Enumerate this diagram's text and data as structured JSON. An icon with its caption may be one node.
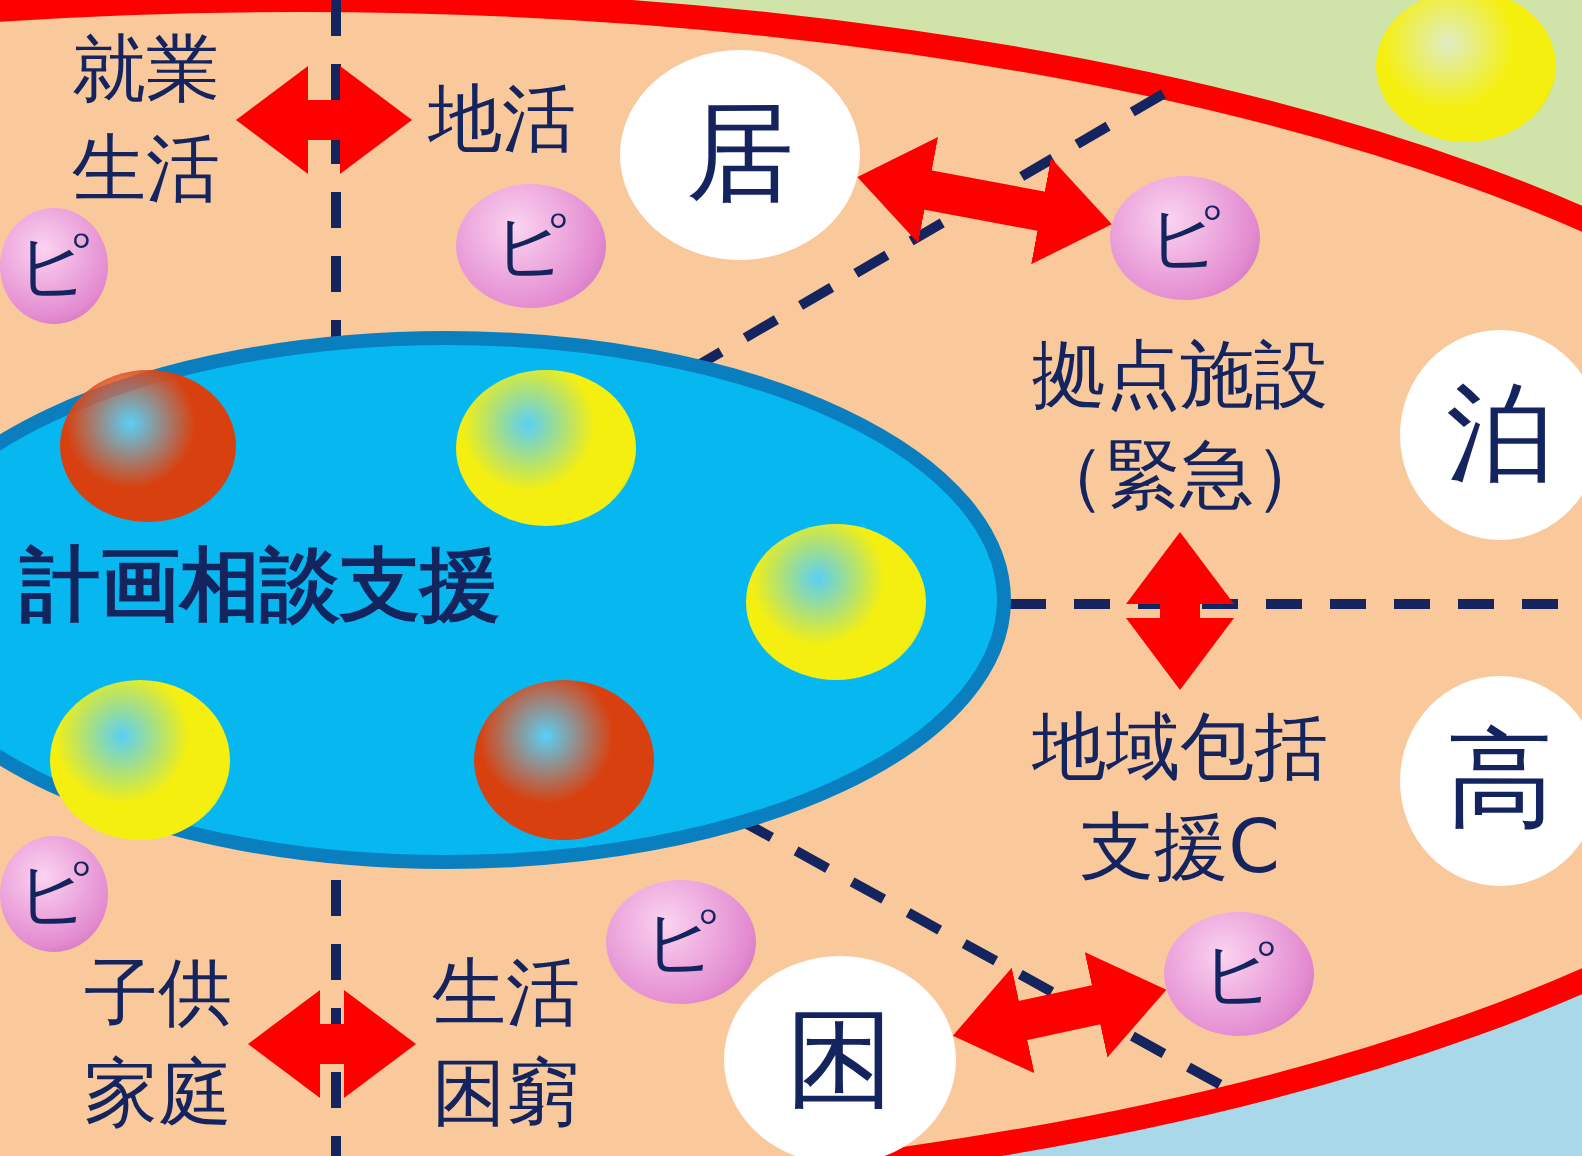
{
  "diagram": {
    "nodes": [
      {
        "text": [
          "就業生活"
        ]
      },
      {
        "text": [
          "地活"
        ]
      },
      {
        "text": [],
        "shape": "circle"
      },
      {
        "text": [
          "居"
        ]
      },
      {
        "text": [
          "ピ"
        ]
      },
      {
        "text": [
          "ピ"
        ]
      },
      {
        "text": [
          "ピ"
        ]
      },
      {
        "text": [
          "拠点施設（緊急）"
        ]
      },
      {
        "text": [
          "泊"
        ]
      },
      {
        "text": [
          "計画相談支援"
        ]
      },
      {
        "text": [],
        "shape": "circle",
        "in": 9
      },
      {
        "text": [],
        "shape": "circle",
        "in": 9
      },
      {
        "text": [],
        "shape": "circle",
        "in": 9
      },
      {
        "text": [],
        "shape": "circle",
        "in": 9
      },
      {
        "text": [],
        "shape": "circle",
        "in": 9
      },
      {
        "text": [
          "地域包括支援C"
        ]
      },
      {
        "text": [
          "高"
        ]
      },
      {
        "text": [
          "ピ"
        ]
      },
      {
        "text": [
          "ピ"
        ]
      },
      {
        "text": [
          "ピ"
        ]
      },
      {
        "text": [
          "子供家庭"
        ]
      },
      {
        "text": [
          "生活困窮"
        ]
      },
      {
        "text": [
          "困"
        ]
      }
    ],
    "edges": [
      {
        "from": 0,
        "to": 1,
        "arrow": "both"
      },
      {
        "from": 3,
        "to": 6,
        "arrow": "both"
      },
      {
        "from": 7,
        "to": 15,
        "arrow": "both"
      },
      {
        "from": 20,
        "to": 21,
        "arrow": "both"
      },
      {
        "from": 22,
        "to": 19,
        "arrow": "both"
      }
    ]
  }
}
